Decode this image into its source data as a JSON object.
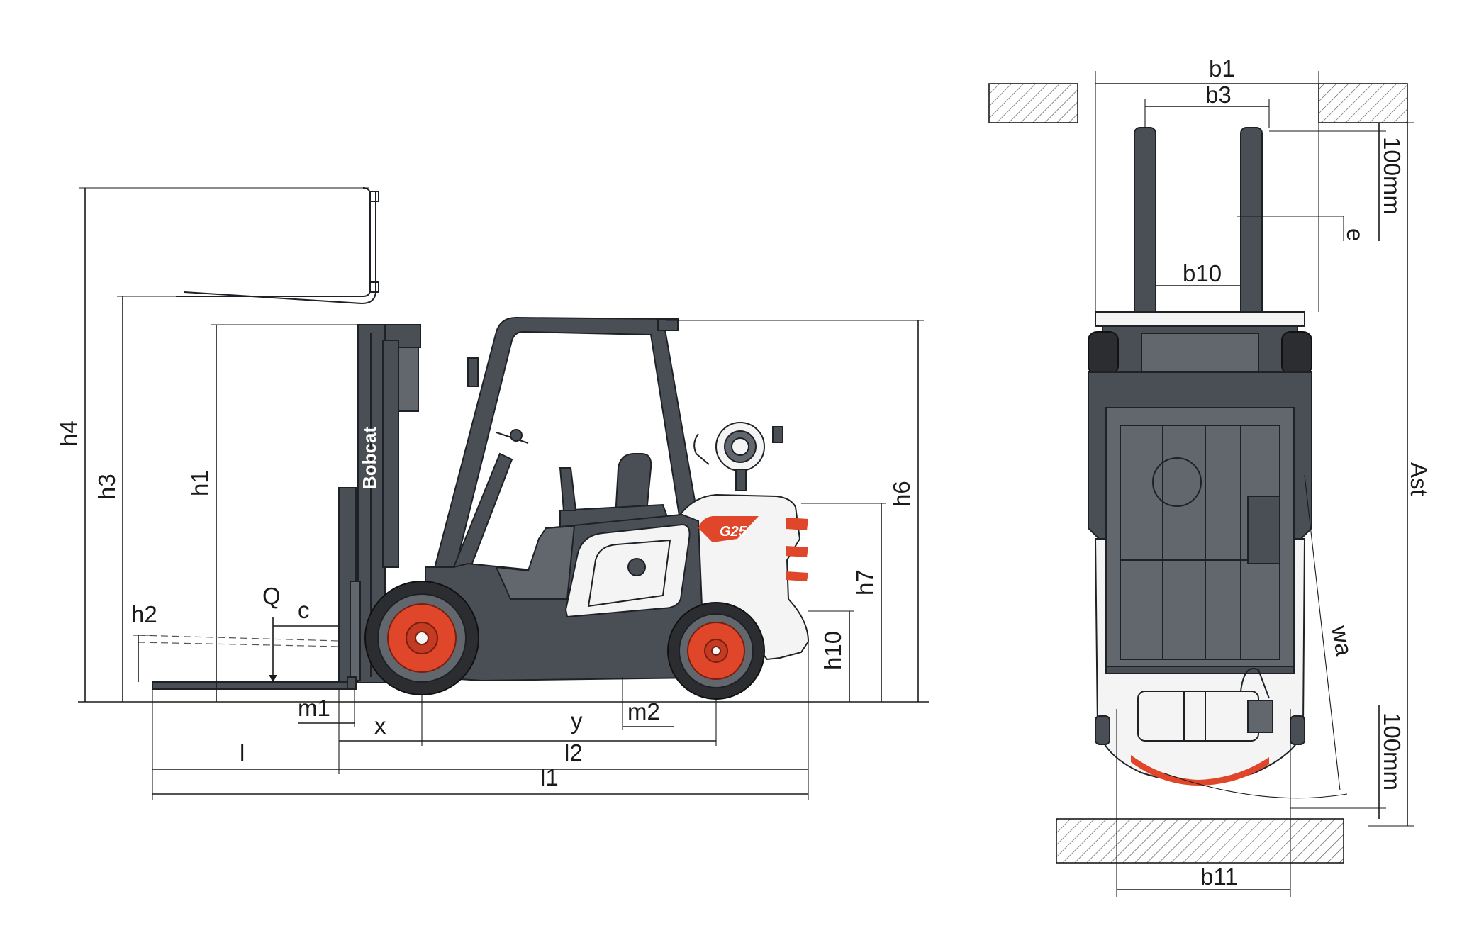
{
  "side_view": {
    "dimension_labels": {
      "h4": "h4",
      "h3": "h3",
      "h1": "h1",
      "h2": "h2",
      "h6": "h6",
      "h7": "h7",
      "h10": "h10",
      "Q": "Q",
      "c": "c",
      "m1": "m1",
      "m2": "m2",
      "x": "x",
      "y": "y",
      "l": "l",
      "l2": "l2",
      "l1": "l1"
    },
    "brand_text": "Bobcat",
    "model_badge": "G25"
  },
  "top_view": {
    "dimension_labels": {
      "b1": "b1",
      "b3": "b3",
      "b10": "b10",
      "b11": "b11",
      "e": "e",
      "wa": "wa",
      "Ast": "Ast",
      "clearance_top": "100mm",
      "clearance_bottom": "100mm"
    }
  },
  "colors": {
    "body_dark": "#4a4f55",
    "accent_red": "#e0462a",
    "counterweight_white": "#f4f4f4"
  }
}
